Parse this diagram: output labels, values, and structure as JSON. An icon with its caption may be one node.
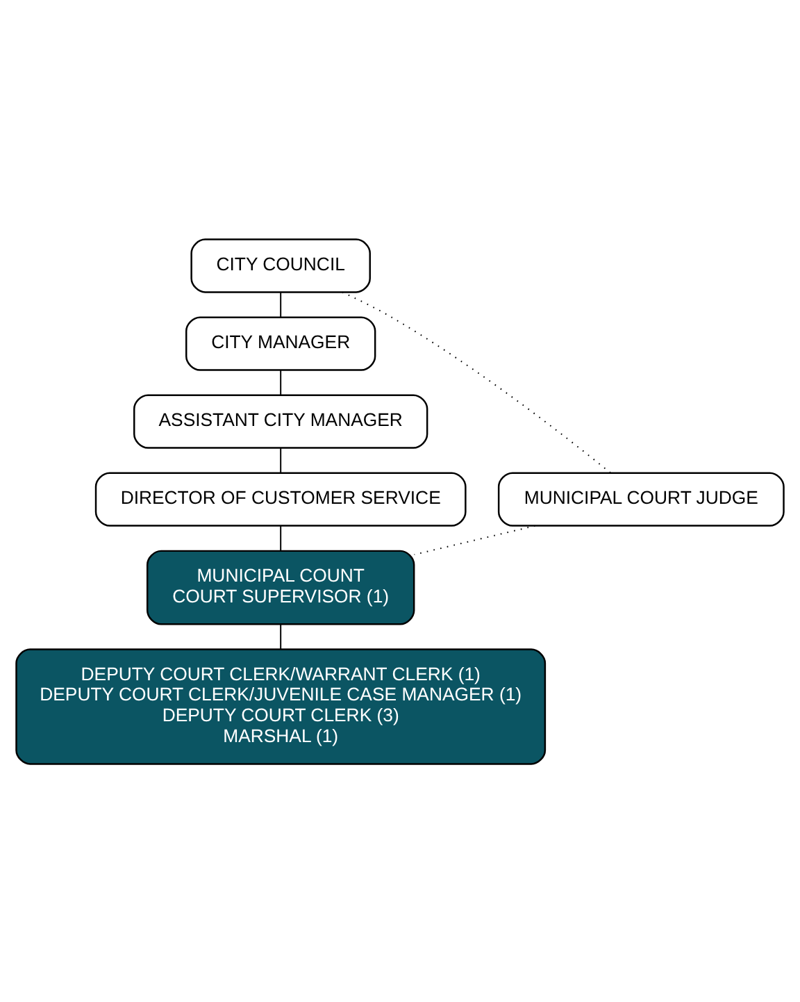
{
  "diagram": {
    "nodes": [
      {
        "text": [
          "CITY COUNCIL"
        ]
      },
      {
        "text": [
          "CITY MANAGER"
        ]
      },
      {
        "text": [
          "ASSISTANT CITY MANAGER"
        ]
      },
      {
        "text": [
          "MUNICIPAL COURT JUDGE"
        ]
      },
      {
        "text": [
          "DIRECTOR OF CUSTOMER SERVICE"
        ]
      },
      {
        "text": [
          "MUNICIPAL COUNT",
          "COURT SUPERVISOR (1)"
        ]
      },
      {
        "text": [
          "DEPUTY COURT CLERK/WARRANT CLERK (1)",
          "DEPUTY COURT CLERK/JUVENILE CASE MANAGER (1)",
          "DEPUTY COURT CLERK (3)",
          "MARSHAL (1)"
        ]
      }
    ],
    "edges": [
      {
        "from": 0,
        "to": 1,
        "arrow": "none"
      },
      {
        "from": 1,
        "to": 2,
        "arrow": "none"
      },
      {
        "from": 2,
        "to": 4,
        "arrow": "none"
      },
      {
        "from": 4,
        "to": 5,
        "arrow": "none"
      },
      {
        "from": 5,
        "to": 6,
        "arrow": "none"
      },
      {
        "from": 0,
        "to": 3,
        "arrow": "none",
        "style": "dashed"
      },
      {
        "from": 3,
        "to": 5,
        "arrow": "none",
        "style": "dashed"
      }
    ]
  }
}
